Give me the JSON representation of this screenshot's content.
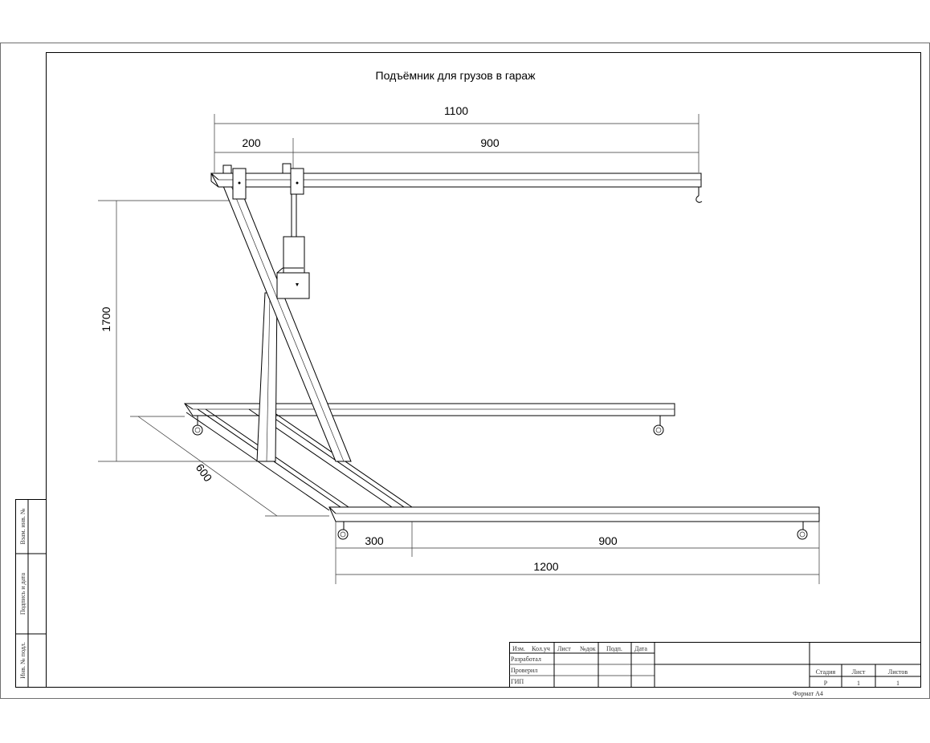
{
  "title": "Подъёмник для грузов в гараж",
  "dimensions": {
    "beam_total": "1100",
    "beam_offset": "200",
    "beam_reach": "900",
    "height": "1700",
    "width": "600",
    "base_offset": "300",
    "base_reach": "900",
    "base_total": "1200"
  },
  "side_stamp": {
    "inv_podl": "Инв. № подл.",
    "podpis_data": "Подпись и дата",
    "vzam_inv": "Взам. инв. №"
  },
  "title_block": {
    "headers": [
      "Изм.",
      "Кол.уч",
      "Лист",
      "№док",
      "Подп.",
      "Дата"
    ],
    "roles": [
      "Разработал",
      "Проверил",
      "ГИП"
    ],
    "stage_label": "Стадия",
    "sheet_label": "Лист",
    "sheets_label": "Листов",
    "stage_value": "Р",
    "sheet_value": "1",
    "sheets_value": "1",
    "format": "Формат А4"
  }
}
